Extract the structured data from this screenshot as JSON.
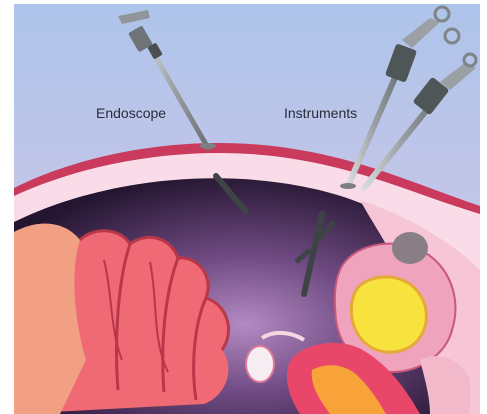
{
  "diagram": {
    "labels": {
      "endoscope": "Endoscope",
      "instruments": "Instruments"
    },
    "parts": [
      "background",
      "abdominal-wall",
      "abdominal-cavity",
      "intestines",
      "uterus",
      "ovary",
      "fallopian-tube",
      "bladder",
      "endoscope",
      "instrument-1",
      "instrument-2"
    ],
    "colors": {
      "sky_top": "#b6c9ea",
      "sky_bottom": "#cdb6da",
      "skin_edge": "#c93a5d",
      "wall_fill": "#f7dbe6",
      "cavity_dark": "#2a1832",
      "cavity_light": "#a27bb2",
      "intestine": "#ef6a74",
      "intestine_shadow": "#b8384a",
      "uterus": "#f0a3bd",
      "uterus_cavity": "#f7e23e",
      "bladder_gray": "#8a7e86",
      "ovary": "#f5e7ef",
      "instrument_gray": "#7f8488",
      "instrument_dark": "#4a5052"
    }
  }
}
